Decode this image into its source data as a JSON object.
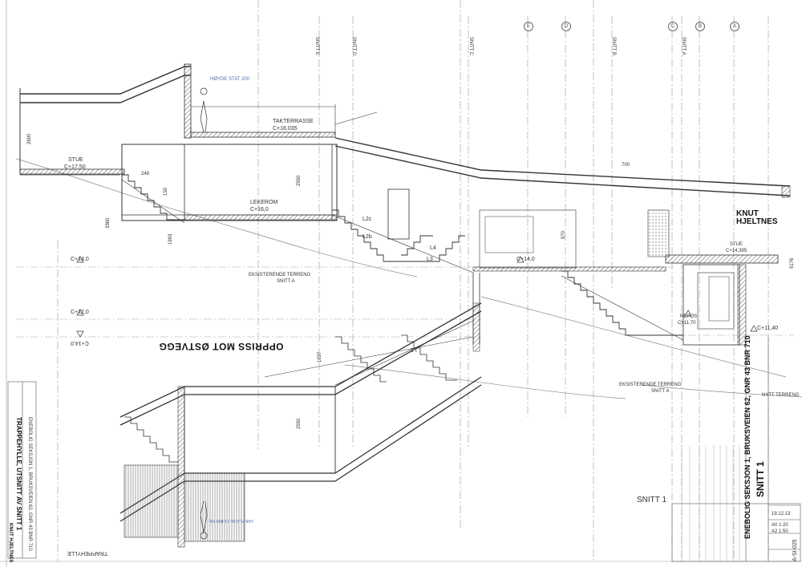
{
  "drawing": {
    "title": "SNITT 1",
    "subtitle": "ENEBOLIG SEKSJON 1, BRUKSVEIEN 62, GNR 43 BNR 710",
    "sheet_number": "A-SI-025",
    "scale_1": "A0 1:20",
    "scale_2": "A2 1:50",
    "date": "19.12.13",
    "section_label": "SNITT 1",
    "elevation_caption": "OPPRISS MOT ØSTVEGG",
    "secondary_title": "TRAPPEHYLLE, UTSNITT AV SNITT 1",
    "secondary_subtitle": "ENEBOLIG SEKSJON 1, BRUKSVEIEN 62, GNR 43 BNR 710"
  },
  "office": {
    "logo_line1": "KNUT",
    "logo_line2": "HJELTNES",
    "logo_small": "KNUT HJELTNES"
  },
  "rooms": [
    {
      "name": "TAKTERRASSE",
      "level": "C+18,035"
    },
    {
      "name": "STUE",
      "level": "C+17,50"
    },
    {
      "name": "LEKEROM",
      "level": "C+16,0"
    },
    {
      "name": "STUE",
      "level": "C+14,395"
    },
    {
      "name": "REPOS",
      "level": "C+11,70"
    }
  ],
  "levels": [
    "C+14,0",
    "C+12,0",
    "C+14,0",
    "C+11,40",
    "C+14,0"
  ],
  "terrain_labels": [
    "EKSISTERENDE TERRENG",
    "SNITT A",
    "EKSISTERENDE TERRENG",
    "SNITT A",
    "NYTT TERRENG"
  ],
  "dimensions": [
    "2600",
    "2550",
    "3360",
    "1993",
    "2550",
    "248",
    "700",
    "970",
    "5176",
    "1937",
    "150"
  ],
  "stair_marks": [
    "L2c",
    "L2b",
    "L4",
    "L3",
    "L1"
  ],
  "grid_axes": {
    "top": [
      "E",
      "D",
      "C",
      "B",
      "A"
    ],
    "snitt": [
      "SNITT E",
      "SNITT D",
      "SNITT C",
      "SNITT B",
      "SNITT A"
    ]
  },
  "notes": {
    "takterrasse_note": "HØYDE STAT 200",
    "inset_note": "TAKPLATE I LIMTRE",
    "stair_note": "TRAPPEHYLLE"
  },
  "colors": {
    "line": "#333333",
    "thin_line": "#888888",
    "hatch": "#555555",
    "accent_blue": "#4b6fb5"
  }
}
